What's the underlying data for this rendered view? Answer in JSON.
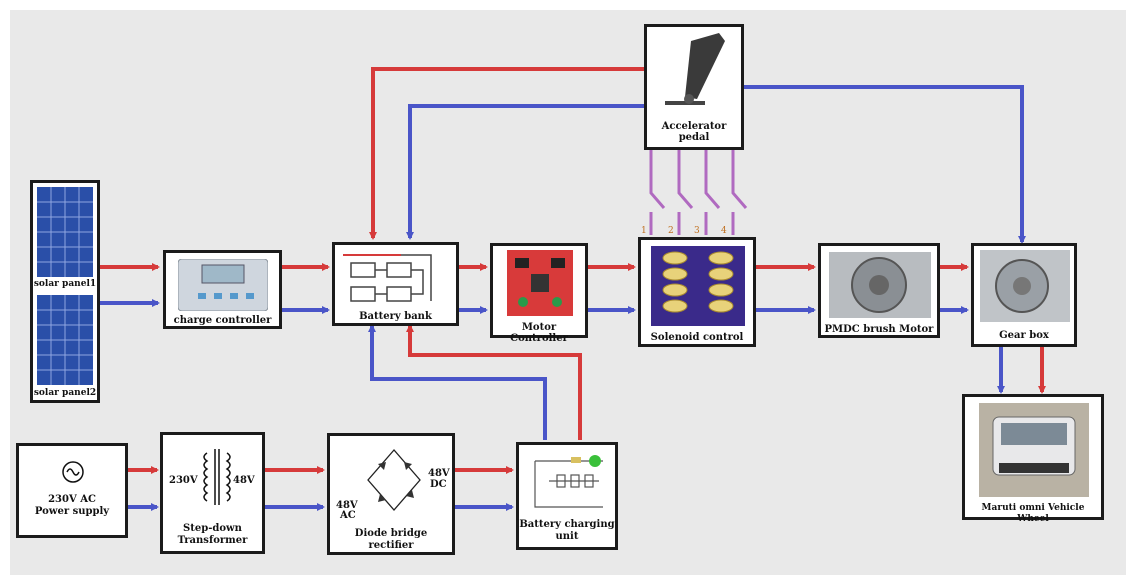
{
  "blocks": {
    "solar_panel1": "solar panel1",
    "solar_panel2": "solar panel2",
    "charge_controller": "charge controller",
    "battery_bank": "Battery bank",
    "motor_controller": "Motor Controller",
    "solenoid_control": "Solenoid control",
    "pmdc_motor": "PMDC brush Motor",
    "gear_box": "Gear box",
    "accelerator_line1": "Accelerator",
    "accelerator_line2": "pedal",
    "wheel": "Maruti omni Vehicle Wheel",
    "power_supply_line1": "230V AC",
    "power_supply_line2": "Power supply",
    "transformer_line1": "Step-down",
    "transformer_line2": "Transformer",
    "rectifier_line1": "Diode bridge",
    "rectifier_line2": "rectifier",
    "charging_line1": "Battery charging",
    "charging_line2": "unit"
  },
  "labels": {
    "tr_primary": "230V",
    "tr_secondary": "48V",
    "rect_in_top": "48V",
    "rect_in_bottom": "AC",
    "rect_out_top": "48V",
    "rect_out_bottom": "DC",
    "switch_1": "1",
    "switch_2": "2",
    "switch_3": "3",
    "switch_4": "4"
  },
  "colors": {
    "positive_wire": "#d63a3a",
    "negative_wire": "#4a55c8",
    "switch_wire": "#b06ac0"
  }
}
